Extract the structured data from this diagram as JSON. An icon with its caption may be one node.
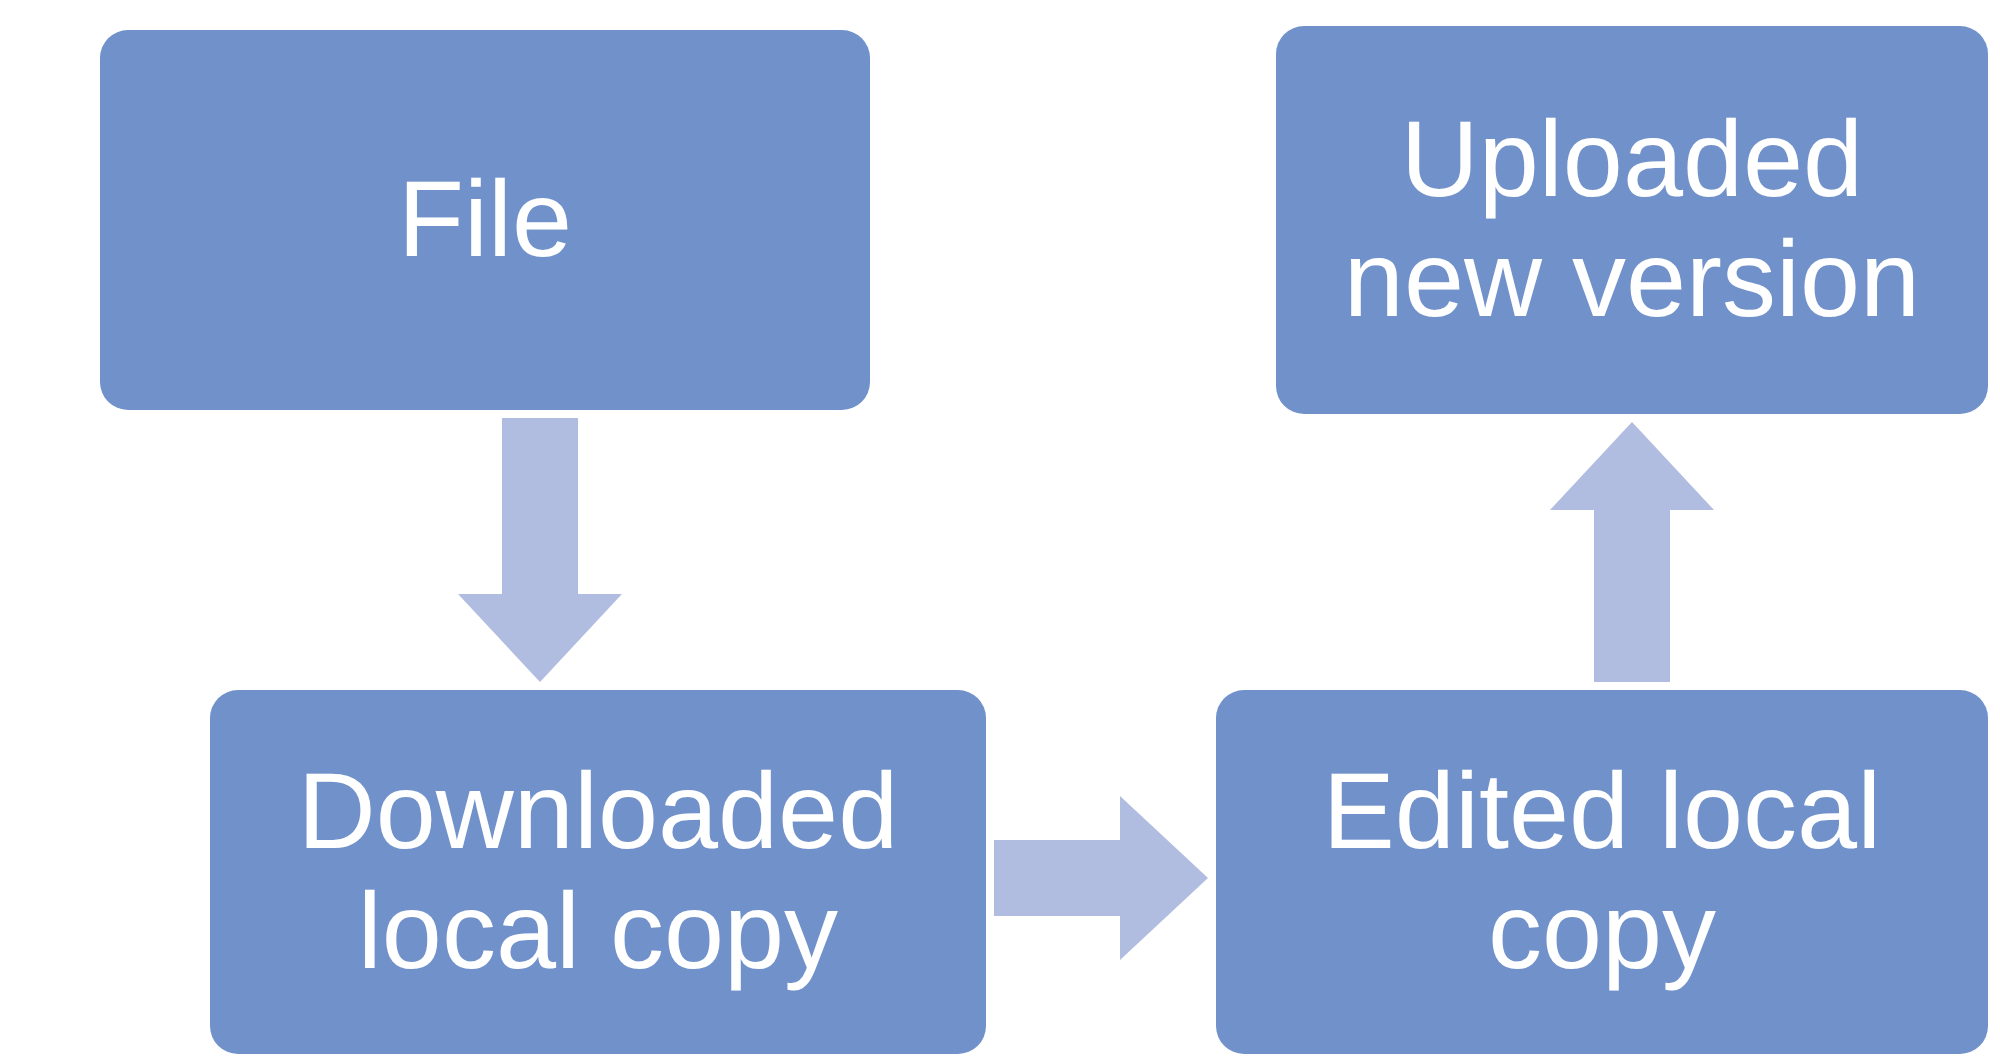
{
  "diagram": {
    "nodes": [
      {
        "text": [
          "File"
        ]
      },
      {
        "text": [
          "Downloaded local copy"
        ]
      },
      {
        "text": [
          "Edited local copy"
        ]
      },
      {
        "text": [
          "Uploaded new version"
        ]
      }
    ],
    "edges": [
      {
        "from": 0,
        "to": 1,
        "arrow": "to"
      },
      {
        "from": 1,
        "to": 2,
        "arrow": "to"
      },
      {
        "from": 2,
        "to": 3,
        "arrow": "to"
      }
    ]
  }
}
